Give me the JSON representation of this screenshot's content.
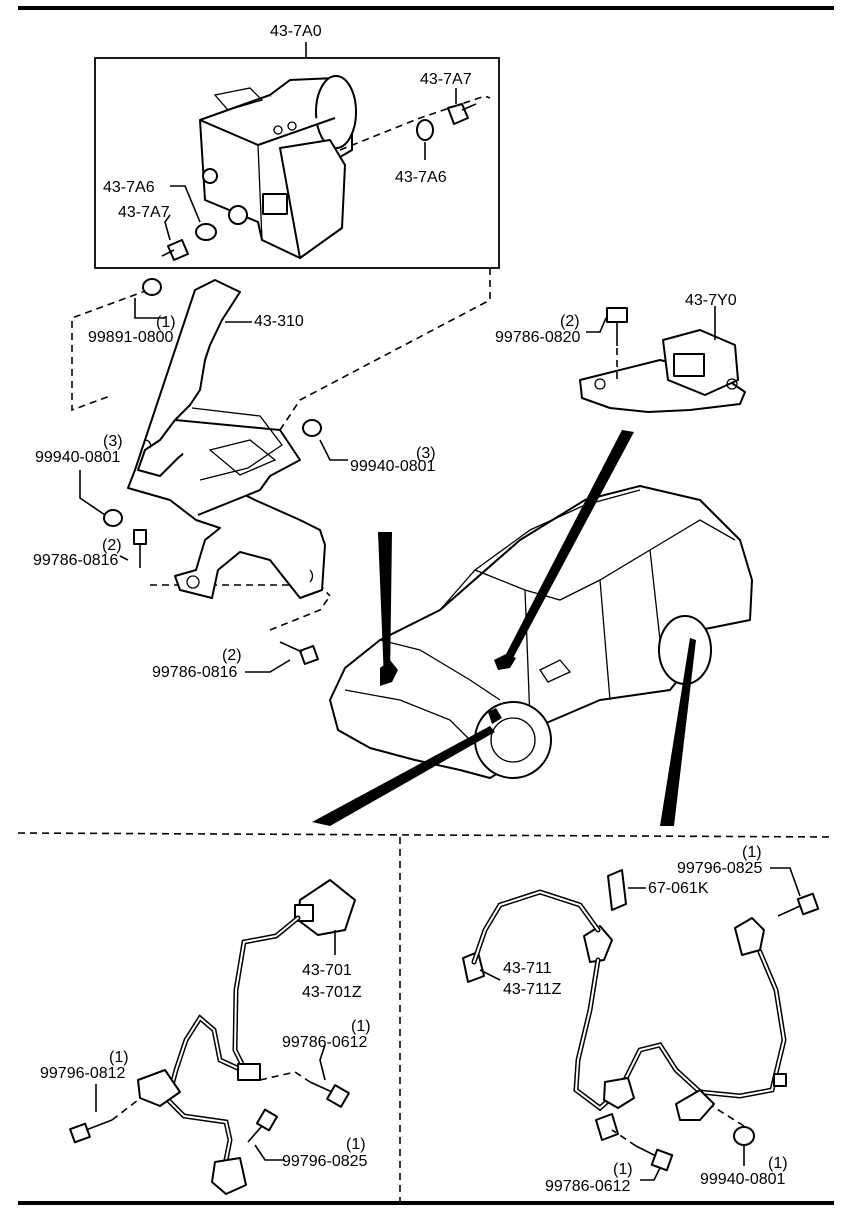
{
  "callouts": {
    "hu_assembly": "43-7A0",
    "bleeder_screw_top": "43-7A7",
    "bleeder_cap_top": "43-7A6",
    "bleeder_cap_left": "43-7A6",
    "bleeder_screw_left": "43-7A7",
    "nut_top_qty": "(1)",
    "nut_top": "99891-0800",
    "bracket": "43-310",
    "nut_left_qty": "(3)",
    "nut_left": "99940-0801",
    "nut_right_qty": "(3)",
    "nut_right": "99940-0801",
    "bolt_left_qty": "(2)",
    "bolt_left": "99786-0816",
    "bolt_bottom_qty": "(2)",
    "bolt_bottom": "99786-0816",
    "sensor_bolt_qty": "(2)",
    "sensor_bolt": "99786-0820",
    "yaw_sensor": "43-7Y0",
    "front_sensor_a": "43-701",
    "front_sensor_b": "43-701Z",
    "front_bolt_right_qty": "(1)",
    "front_bolt_right": "99786-0612",
    "front_bolt_left_qty": "(1)",
    "front_bolt_left": "99796-0812",
    "front_bolt_bottom_qty": "(1)",
    "front_bolt_bottom": "99796-0825",
    "rear_bolt_top_qty": "(1)",
    "rear_bolt_top": "99796-0825",
    "clip": "67-061K",
    "rear_sensor_a": "43-711",
    "rear_sensor_b": "43-711Z",
    "rear_bolt_bottom_qty": "(1)",
    "rear_bolt_bottom": "99786-0612",
    "rear_nut_qty": "(1)",
    "rear_nut": "99940-0801"
  }
}
